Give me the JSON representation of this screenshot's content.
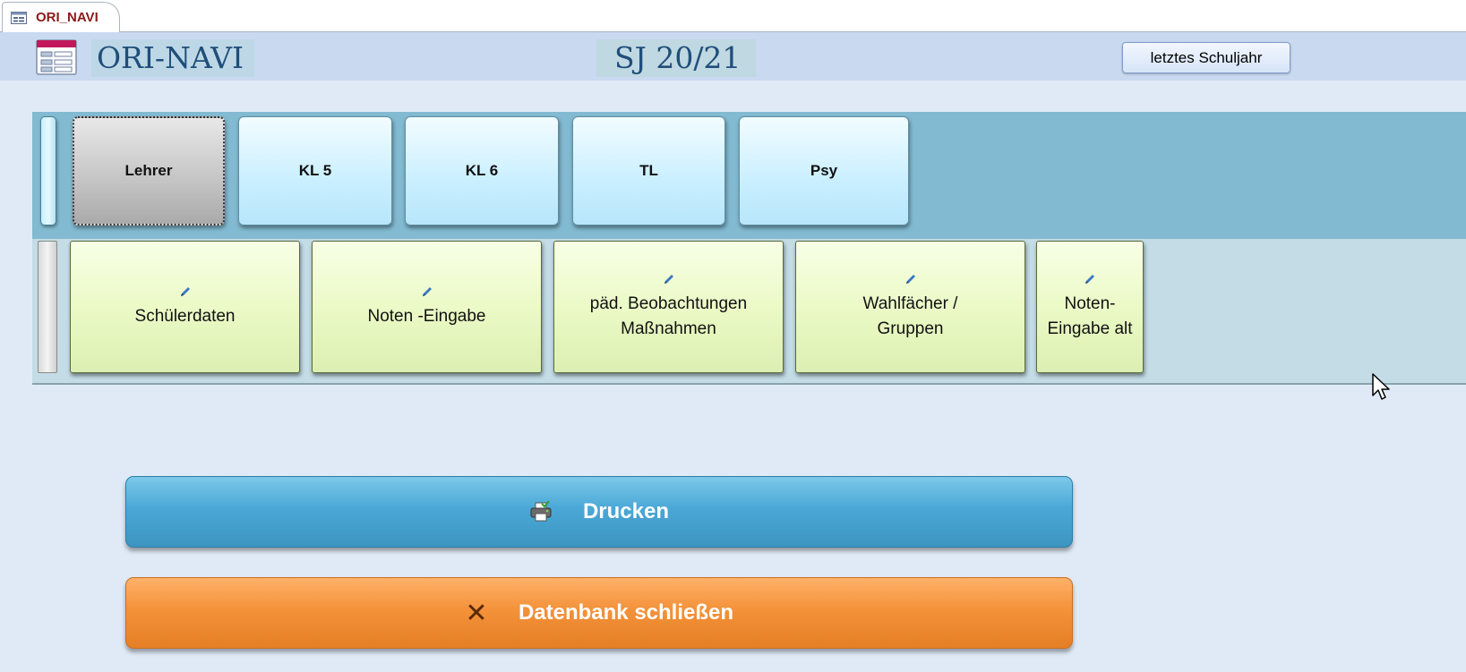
{
  "tab": {
    "title": "ORI_NAVI",
    "icon": "form-icon"
  },
  "header": {
    "title": "ORI-NAVI",
    "school_year": "SJ 20/21",
    "last_year_button": "letztes Schuljahr"
  },
  "roles": [
    {
      "label": "Lehrer",
      "active": true
    },
    {
      "label": "KL 5",
      "active": false
    },
    {
      "label": "KL 6",
      "active": false
    },
    {
      "label": "TL",
      "active": false
    },
    {
      "label": "Psy",
      "active": false
    }
  ],
  "functions": [
    {
      "label": "Schülerdaten",
      "icon": "pencil-icon"
    },
    {
      "label": "Noten -Eingabe",
      "icon": "pencil-icon"
    },
    {
      "label": "päd. Beobachtungen\nMaßnahmen",
      "icon": "pencil-icon"
    },
    {
      "label": "Wahlfächer /\nGruppen",
      "icon": "pencil-icon"
    },
    {
      "label": "Noten-\nEingabe alt",
      "icon": "pencil-icon"
    }
  ],
  "actions": {
    "print": {
      "label": "Drucken",
      "icon": "printer-icon",
      "color": "#4aa8d6"
    },
    "close_db": {
      "label": "Datenbank schließen",
      "icon": "close-icon",
      "color": "#f4923a"
    }
  }
}
